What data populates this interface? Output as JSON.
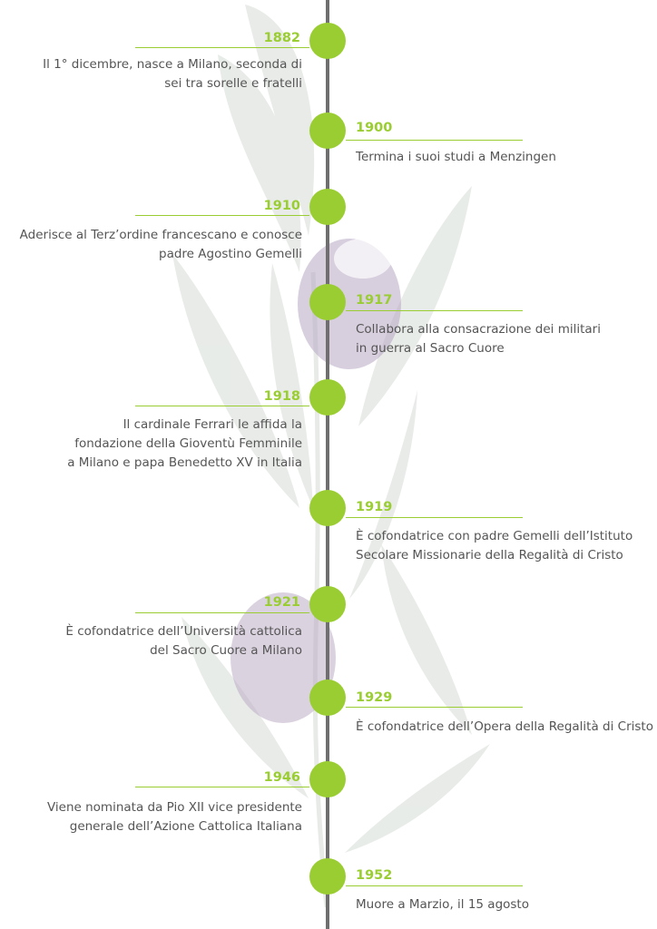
{
  "colors": {
    "accent": "#9acd32",
    "spine": "#6f6f6f",
    "text": "#555555",
    "leaf": "#b9c4b9",
    "olive": "#b7a6c2"
  },
  "timeline": [
    {
      "year": "1882",
      "side": "left",
      "text": "Il 1° dicembre, nasce a Milano, seconda di\nsei tra sorelle e fratelli"
    },
    {
      "year": "1900",
      "side": "right",
      "text": "Termina i suoi studi a Menzingen"
    },
    {
      "year": "1910",
      "side": "left",
      "text": "Aderisce al Terz’ordine francescano e conosce\npadre Agostino Gemelli"
    },
    {
      "year": "1917",
      "side": "right",
      "text": "Collabora alla consacrazione dei militari\nin guerra al Sacro Cuore"
    },
    {
      "year": "1918",
      "side": "left",
      "text": "Il cardinale Ferrari le affida la\nfondazione della Gioventù Femminile\na Milano e papa Benedetto XV in Italia"
    },
    {
      "year": "1919",
      "side": "right",
      "text": "È cofondatrice con padre Gemelli dell’Istituto\nSecolare Missionarie della Regalità di Cristo"
    },
    {
      "year": "1921",
      "side": "left",
      "text": "È cofondatrice dell’Università cattolica\ndel Sacro Cuore a Milano"
    },
    {
      "year": "1929",
      "side": "right",
      "text": "È cofondatrice dell’Opera della Regalità di Cristo"
    },
    {
      "year": "1946",
      "side": "left",
      "text": "Viene nominata da Pio XII vice presidente\ngenerale dell’Azione Cattolica Italiana"
    },
    {
      "year": "1952",
      "side": "right",
      "text": "Muore a Marzio, il 15 agosto"
    }
  ]
}
